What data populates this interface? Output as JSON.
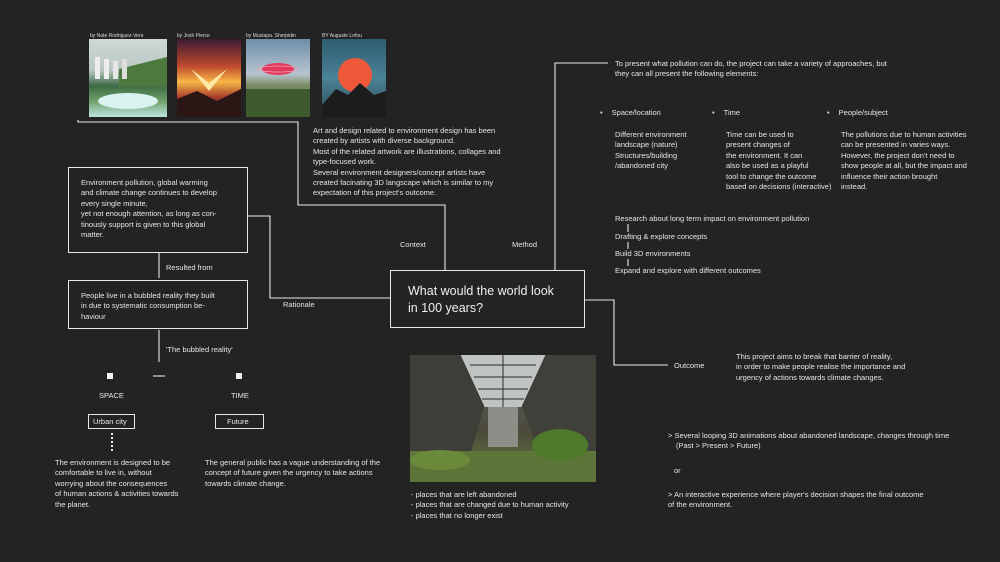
{
  "artworks": {
    "a1_credit": "by Nate Rodriguez-Vera",
    "a2_credit": "by Josh Pierce",
    "a3_credit": "by Mustapa. Sherpidin",
    "a4_credit": "BY Auguste Lefou"
  },
  "context_text": [
    "Art and design related to environment design has been",
    "created by artists with diverse background.",
    "Most of the related artwork are illustrations, collages and",
    "type-focused work.",
    "Several environment designers/concept artists have",
    "created facinating 3D langscape which is similar to my",
    "expectation of this project's outcome."
  ],
  "intro_text": [
    "To present what pollution can do, the project can take a variety of approaches, but",
    "they can all present the following elements:"
  ],
  "elements": {
    "space_title": "Space/location",
    "space_text": [
      "Different environment",
      "landscape (nature)",
      "Structures/building",
      "/abandoned city"
    ],
    "time_title": "Time",
    "time_text": [
      "Time can be used to",
      "present changes of",
      "the environment. It can",
      "also be used as a playful",
      "tool to change the outcome",
      "based on decisions (interactive)"
    ],
    "people_title": "People/subject",
    "people_text": [
      "The pollutions due to human activities",
      "can be presented in varies ways.",
      "However, the project don't need to",
      "show people at all, but the impact and",
      "influence their action brought",
      "instead."
    ]
  },
  "method_steps": [
    "Research about long term impact on environment pollution",
    "Drafting & explore concepts",
    "Build 3D environments",
    "Expand and explore with different outcomes"
  ],
  "labels": {
    "context": "Context",
    "method": "Method",
    "rationale": "Rationale",
    "resulted_from": "Resulted from",
    "bubbled_reality": "'The bubbled reality'",
    "outcome": "Outcome",
    "space": "SPACE",
    "time": "TIME",
    "urban_city": "Urban city",
    "future": "Future"
  },
  "central_question": [
    "What would the world look",
    "in 100 years?"
  ],
  "pollution_box": [
    "Environment pollution, global warming",
    "and climate change continues to develop",
    "every single minute,",
    "yet not enough attention, as long as con-",
    "tinously support is given to this global",
    "matter."
  ],
  "bubble_box": [
    "People live in a bubbled reality they built",
    "in due to systematic consumption be-",
    "haviour"
  ],
  "space_desc": [
    "The environment is designed to be",
    "comfortable to live in, without",
    "worrying about the consequences",
    "of human actions & activities towards",
    "the planet."
  ],
  "time_desc": [
    "The general public has a vague understanding of the",
    "concept of future given the urgency to take actions",
    "towards climate change."
  ],
  "photo_caption": [
    "- places that are left abandoned",
    "- places that are changed due to human activity",
    "- places that no longer exist"
  ],
  "outcome_text": [
    "This project aims to break that barrier of reality,",
    "in order to make people realise the importance and",
    "urgency of actions towards climate changes."
  ],
  "outcome_options": {
    "opt1": [
      "> Several looping 3D animations about abandoned landscape, changes through time",
      "(Past > Present > Future)"
    ],
    "or": "or",
    "opt2": [
      "> An interactive experience where player's decision shapes the final outcome",
      "of the environment."
    ]
  }
}
